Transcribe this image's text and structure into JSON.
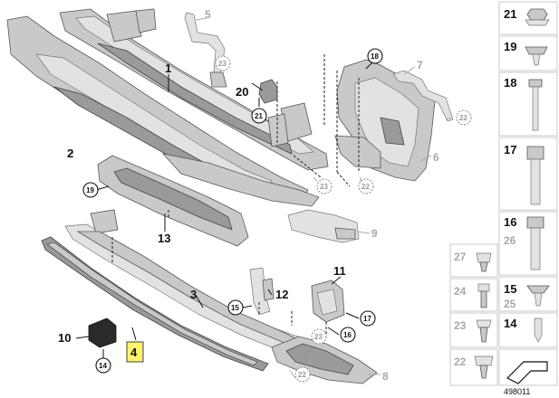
{
  "callouts": {
    "p1": "1",
    "p2": "2",
    "p3": "3",
    "p4": "4",
    "p5": "5",
    "p6": "6",
    "p7": "7",
    "p8": "8",
    "p9": "9",
    "p10": "10",
    "p11": "11",
    "p12": "12",
    "p13": "13",
    "p14a": "14",
    "p15a": "15",
    "p16a": "16",
    "p17a": "17",
    "p18a": "18",
    "p19a": "19",
    "p20": "20",
    "p21a": "21",
    "c23a": "23",
    "c23b": "23",
    "c22a": "22",
    "c22b": "22",
    "c23c": "23",
    "c22c": "22"
  },
  "side_column": [
    {
      "id": "21",
      "grey": false
    },
    {
      "id": "19",
      "grey": false
    },
    {
      "id": "18",
      "grey": false
    },
    {
      "id": "17",
      "grey": false
    },
    {
      "id": "16",
      "grey": false,
      "sub": "26"
    }
  ],
  "grid_left": [
    {
      "id": "27"
    },
    {
      "id": "24"
    },
    {
      "id": "23"
    },
    {
      "id": "22"
    }
  ],
  "grid_right": [
    {
      "id": "15",
      "sub": "25"
    },
    {
      "id": "14"
    }
  ],
  "footer": {
    "diagram_number": "498011"
  },
  "highlighted_part": "4",
  "colors": {
    "highlight": "#fff36a",
    "part_fill": "#c9c9c9",
    "part_stroke": "#555555",
    "label": "#111111",
    "label_grey": "#a8a8a8"
  }
}
